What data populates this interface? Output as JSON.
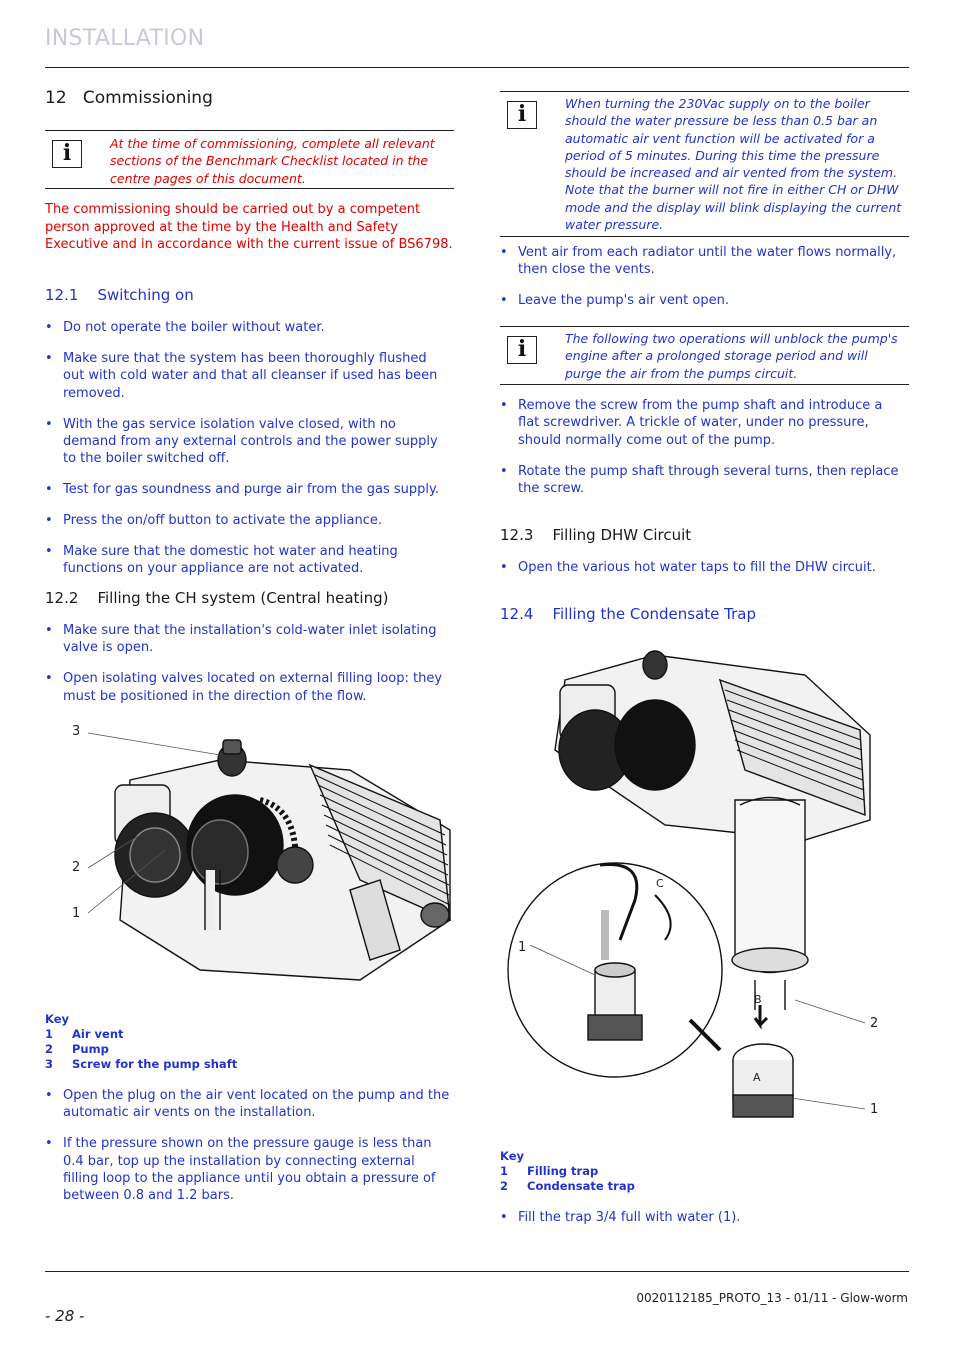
{
  "header": {
    "title": "INSTALLATION"
  },
  "left": {
    "section_title": "12   Commissioning",
    "note1": "At the time of commissioning, complete all relevant sections of the Benchmark Checklist located in the centre pages of this document.",
    "intro": "The commissioning should be carried out by a competent person approved at the time by the Health and Safety Executive and in accordance with the current issue of BS6798.",
    "s121_title": "12.1    Switching on",
    "s121_bullets": [
      "Do not operate the boiler without water.",
      "Make sure that the system has been thoroughly flushed out with cold water and that all cleanser if used has been removed.",
      "With the gas service isolation valve closed, with no demand from any external controls and the power supply to the boiler switched off.",
      "Test for gas soundness and purge air from the gas supply.",
      "Press the on/off button to activate the appliance.",
      "Make sure that the domestic hot water and heating functions on your appliance are not activated."
    ],
    "s122_title": "12.2    Filling the CH system (Central heating)",
    "s122_bullets": [
      "Make sure that the installation's cold-water inlet isolating valve is open.",
      "Open isolating valves located on external filling loop: they must be positioned in the direction of the flow."
    ],
    "fig1_labels": {
      "l3": "3",
      "l2": "2",
      "l1": "1"
    },
    "key1": {
      "title": "Key",
      "items": [
        {
          "n": "1",
          "t": "Air vent"
        },
        {
          "n": "2",
          "t": "Pump"
        },
        {
          "n": "3",
          "t": "Screw for the pump shaft"
        }
      ]
    },
    "after_bullets": [
      "Open the plug on the air vent located on the pump and the automatic air vents on the installation.",
      "If the pressure shown on the pressure gauge is less than 0.4 bar, top up the installation by connecting external filling loop to the appliance until you obtain a pressure of between 0.8 and 1.2 bars."
    ]
  },
  "right": {
    "note2": "When turning the 230Vac supply on to the boiler should the water pressure be less than 0.5 bar an automatic air vent function will be activated for a period of 5 minutes. During this time the pressure should be increased and air vented from the system. Note that the burner will not fire in either CH or DHW mode and the display will blink displaying the current water pressure.",
    "bullets_a": [
      "Vent air from each radiator until the water flows normally, then close the vents.",
      "Leave the pump's air vent open."
    ],
    "note3": "The following two operations will unblock the pump's engine after a prolonged storage period and will purge the air from the pumps circuit.",
    "bullets_b": [
      "Remove the screw from the pump shaft and introduce a flat screwdriver. A trickle of water, under no pressure, should normally come out of the pump.",
      "Rotate the pump shaft through several turns, then replace the screw."
    ],
    "s123_title": "12.3    Filling DHW Circuit",
    "s123_bullets": [
      "Open the various hot water taps to fill the DHW circuit."
    ],
    "s124_title": "12.4    Filling the Condensate Trap",
    "fig2_labels": {
      "c": "C",
      "b": "B",
      "a": "A",
      "l1a": "1",
      "l2": "2",
      "l1b": "1"
    },
    "key2": {
      "title": "Key",
      "items": [
        {
          "n": "1",
          "t": "Filling trap"
        },
        {
          "n": "2",
          "t": "Condensate trap"
        }
      ]
    },
    "final_bullets": [
      "Fill the trap 3/4 full with water (1)."
    ]
  },
  "footer": {
    "page_number": "- 28 -",
    "doc_ref": "0020112185_PROTO_13 - 01/11 - Glow-worm"
  }
}
